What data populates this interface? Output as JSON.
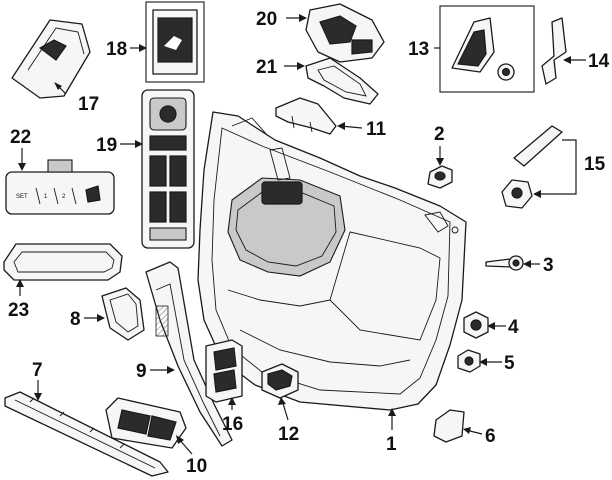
{
  "callouts": {
    "c1": "1",
    "c2": "2",
    "c3": "3",
    "c4": "4",
    "c5": "5",
    "c6": "6",
    "c7": "7",
    "c8": "8",
    "c9": "9",
    "c10": "10",
    "c11": "11",
    "c12": "12",
    "c13": "13",
    "c14": "14",
    "c15": "15",
    "c16": "16",
    "c17": "17",
    "c18": "18",
    "c19": "19",
    "c20": "20",
    "c21": "21",
    "c22": "22",
    "c23": "23"
  },
  "switch_labels": {
    "set": "SET",
    "one": "1",
    "two": "2"
  },
  "colors": {
    "ink": "#1a1a1a",
    "paper": "#ffffff"
  }
}
